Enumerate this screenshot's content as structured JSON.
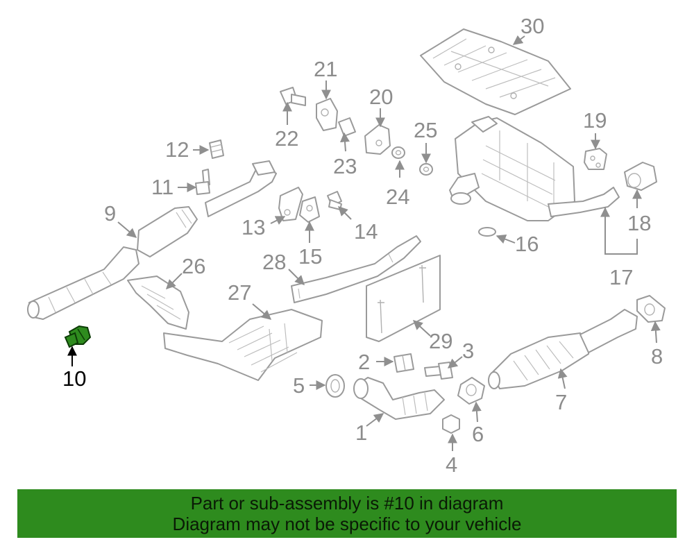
{
  "diagram": {
    "callouts": [
      "1",
      "2",
      "3",
      "4",
      "5",
      "6",
      "7",
      "8",
      "9",
      "10",
      "11",
      "12",
      "13",
      "14",
      "15",
      "16",
      "17",
      "18",
      "19",
      "20",
      "21",
      "22",
      "23",
      "24",
      "25",
      "26",
      "27",
      "28",
      "29",
      "30"
    ],
    "highlighted_part": "10",
    "highlight_color": "#2e8b1e"
  },
  "banner": {
    "line1": "Part or sub-assembly is #10 in diagram",
    "line2": "Diagram may not be specific to your vehicle",
    "background": "#2e8b1e"
  }
}
